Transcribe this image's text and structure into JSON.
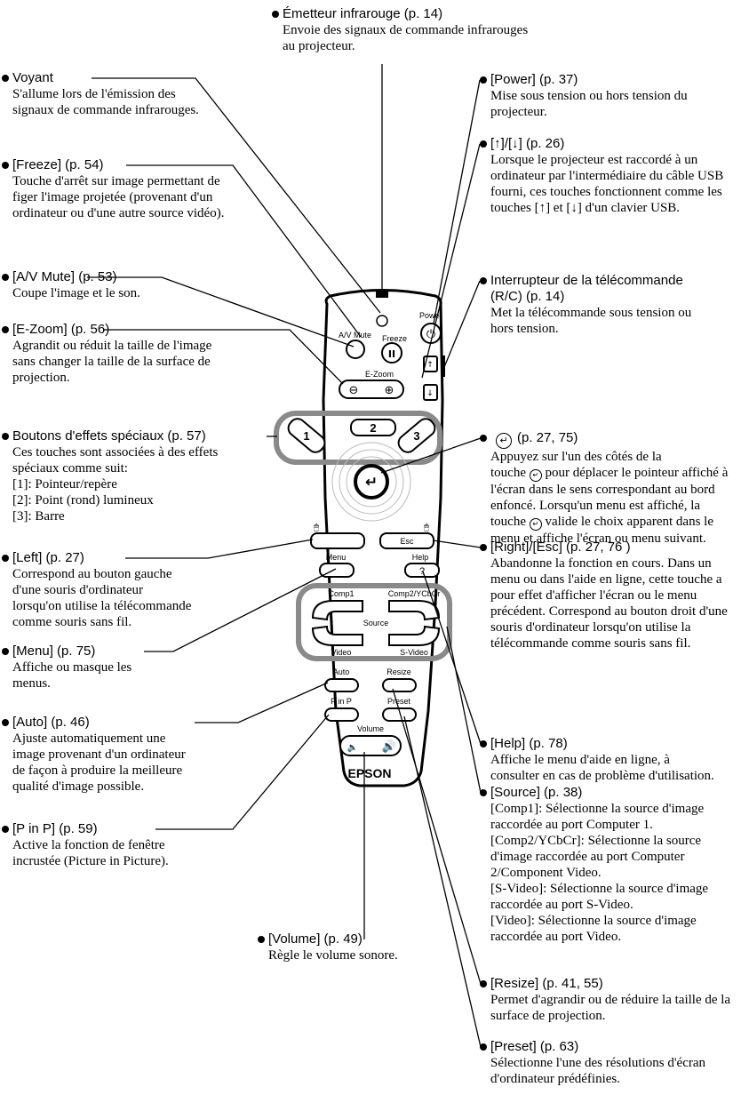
{
  "callouts": {
    "emetteur": {
      "title": "Émetteur infrarouge (p. 14)",
      "desc": "Envoie des signaux de commande infrarouges au projecteur."
    },
    "voyant": {
      "title": "Voyant",
      "desc": "S'allume lors de l'émission des signaux de commande infrarouges."
    },
    "freeze": {
      "title": "[Freeze] (p. 54)",
      "desc": "Touche d'arrêt sur image permettant de figer l'image projetée (provenant d'un ordinateur ou d'une autre source vidéo)."
    },
    "avmute": {
      "title": "[A/V Mute] (p. 53)",
      "desc": "Coupe l'image et le son."
    },
    "ezoom": {
      "title": "[E-Zoom] (p. 56)",
      "desc": "Agrandit ou réduit la taille de l'image sans changer la taille de la surface de projection."
    },
    "effets": {
      "title": "Boutons d'effets spéciaux (p. 57)",
      "desc": "Ces touches sont associées à des effets spéciaux comme suit:",
      "items": [
        "[1]: Pointeur/repère",
        "[2]: Point (rond) lumineux",
        "[3]: Barre"
      ]
    },
    "left": {
      "title": "[Left] (p. 27)",
      "desc": "Correspond au bouton gauche d'une souris d'ordinateur lorsqu'on utilise la télécommande comme souris sans fil."
    },
    "menu": {
      "title": "[Menu] (p. 75)",
      "desc": "Affiche ou masque les menus."
    },
    "auto": {
      "title": "[Auto] (p. 46)",
      "desc": "Ajuste automatiquement une image provenant d'un ordinateur de façon à produire la meilleure qualité d'image possible."
    },
    "pinp": {
      "title": "[P in P] (p. 59)",
      "desc": "Active la fonction de fenêtre incrustée (Picture in Picture)."
    },
    "volume": {
      "title": "[Volume] (p. 49)",
      "desc": "Règle le volume sonore."
    },
    "power": {
      "title": "[Power] (p. 37)",
      "desc": "Mise sous tension ou hors tension du projecteur."
    },
    "arrows": {
      "title": "[↑]/[↓] (p. 26)",
      "desc": "Lorsque le projecteur est raccordé à un ordinateur par l'intermédiaire du câble USB fourni, ces touches fonctionnent comme les touches [↑] et [↓] d'un clavier USB."
    },
    "rc": {
      "title": "Interrupteur de la télécommande",
      "title2": "(R/C) (p. 14)",
      "desc": "Met la télécommande sous tension ou hors tension."
    },
    "enter": {
      "title": "(p. 27, 75)",
      "desc1": "Appuyez sur l'un des côtés de la",
      "desc2a": "touche",
      "desc2b": "pour déplacer le pointeur",
      "desc3": "affiché à l'écran dans le sens correspondant au bord enfoncé. Lorsqu'un menu est affiché, la",
      "desc4a": "touche",
      "desc4b": "valide le choix apparent",
      "desc5": "dans le menu et affiche l'écran ou menu suivant."
    },
    "rightesc": {
      "title": "[Right]/[Esc] (p. 27, 76 )",
      "desc": "Abandonne la fonction en cours. Dans un menu ou dans l'aide en ligne, cette touche a pour effet d'afficher l'écran ou le menu précédent. Correspond au bouton droit d'une souris d'ordinateur lorsqu'on utilise la télécommande comme souris sans fil."
    },
    "help": {
      "title": "[Help] (p. 78)",
      "desc": "Affiche le menu d'aide en ligne, à consulter en cas de problème d'utilisation."
    },
    "source": {
      "title": "[Source] (p. 38)",
      "lines": [
        "[Comp1]: Sélectionne la source d'image raccordée au port Computer 1.",
        "[Comp2/YCbCr]: Sélectionne la source d'image raccordée au port Computer 2/Component Video.",
        "[S-Video]: Sélectionne la source d'image raccordée au port S-Video.",
        "[Video]: Sélectionne la source d'image raccordée au port Video."
      ]
    },
    "resize": {
      "title": "[Resize] (p. 41, 55)",
      "desc": "Permet d'agrandir ou de réduire la taille de la surface de projection."
    },
    "preset": {
      "title": "[Preset] (p. 63)",
      "desc": "Sélectionne l'une des résolutions d'écran d'ordinateur prédéfinies."
    }
  },
  "remote": {
    "power": "Power",
    "avmute": "A/V Mute",
    "freeze": "Freeze",
    "ezoom": "E-Zoom",
    "b1": "1",
    "b2": "2",
    "b3": "3",
    "esc": "Esc",
    "menu": "Menu",
    "help": "Help",
    "help_q": "?",
    "comp1": "Comp1",
    "comp2": "Comp2/YCbCr",
    "source": "Source",
    "video": "Video",
    "svideo": "S-Video",
    "auto": "Auto",
    "resize": "Resize",
    "pinp": "P in P",
    "preset": "Preset",
    "volume": "Volume",
    "brand": "EPSON"
  }
}
